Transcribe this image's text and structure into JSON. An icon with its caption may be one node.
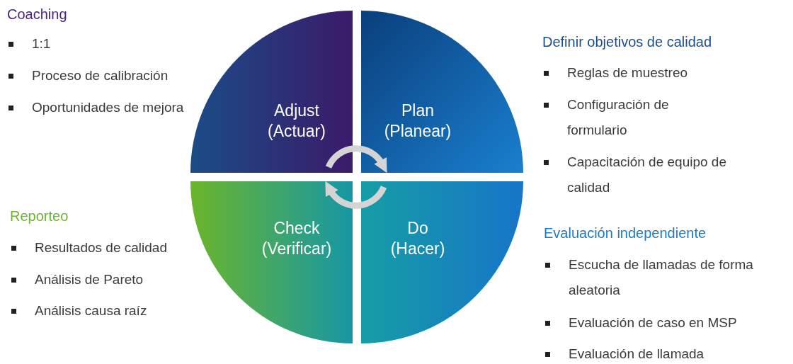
{
  "diagram": {
    "nodes": [
      {
        "text": [
          "Adjust (Actuar)"
        ]
      },
      {
        "text": [
          "Plan (Planear)"
        ]
      },
      {
        "text": [
          "Check (Verificar)"
        ]
      },
      {
        "text": [
          "Do (Hacer)"
        ]
      }
    ],
    "edges": [
      {
        "from": 0,
        "to": 1,
        "arrow": "to"
      },
      {
        "from": 3,
        "to": 2,
        "arrow": "to"
      }
    ],
    "labels": [
      "Coaching",
      "1:1",
      "Proceso de calibración",
      "Oportunidades de mejora",
      "Definir objetivos de calidad",
      "Reglas de muestreo",
      "Configuración de formulario",
      "Capacitación de equipo de calidad",
      "Reporteo",
      "Resultados de calidad",
      "Análisis de Pareto",
      "Análisis causa raíz",
      "Evaluación independiente",
      "Escucha de llamadas de forma aleatoria",
      "Evaluación de caso en MSP",
      "Evaluación de llamada"
    ]
  }
}
